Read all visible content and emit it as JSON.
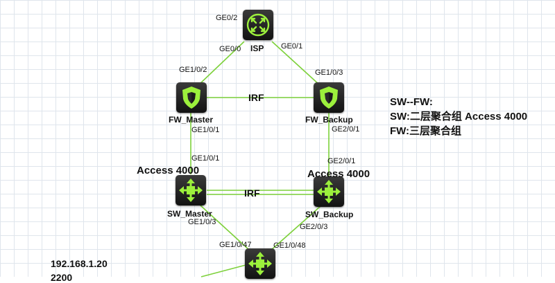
{
  "diagram": {
    "link_color": "#7dd13a",
    "icon_color": "#9cf03c",
    "devices": {
      "isp": {
        "name": "ISP",
        "icon": "router-icon"
      },
      "fw_master": {
        "name": "FW_Master",
        "icon": "firewall-shield-icon"
      },
      "fw_backup": {
        "name": "FW_Backup",
        "icon": "firewall-shield-icon"
      },
      "sw_master": {
        "name": "SW_Master",
        "icon": "switch-arrows-icon"
      },
      "sw_backup": {
        "name": "SW_Backup",
        "icon": "switch-arrows-icon"
      },
      "sw_bottom": {
        "name": "",
        "icon": "switch-arrows-icon"
      }
    },
    "ports": {
      "isp_top": "GE0/2",
      "isp_left": "GE0/0",
      "isp_right": "GE0/1",
      "fwm_up": "GE1/0/2",
      "fwb_up": "GE1/0/3",
      "fwm_down": "GE1/0/1",
      "fwb_down": "GE2/0/1",
      "swm_up": "GE1/0/1",
      "swb_up": "GE2/0/1",
      "swm_down": "GE1/0/3",
      "swb_down": "GE2/0/3",
      "bottom_left": "GE1/0/47",
      "bottom_right": "GE1/0/48"
    },
    "irf_fw": "IRF",
    "irf_sw": "IRF",
    "access_left": "Access 4000",
    "access_right": "Access 4000",
    "notes": [
      "SW--FW:",
      "SW:二层聚合组 Access 4000",
      "FW:三层聚合组"
    ],
    "ip_label": "192.168.1.20",
    "ip_sub": "2200"
  }
}
